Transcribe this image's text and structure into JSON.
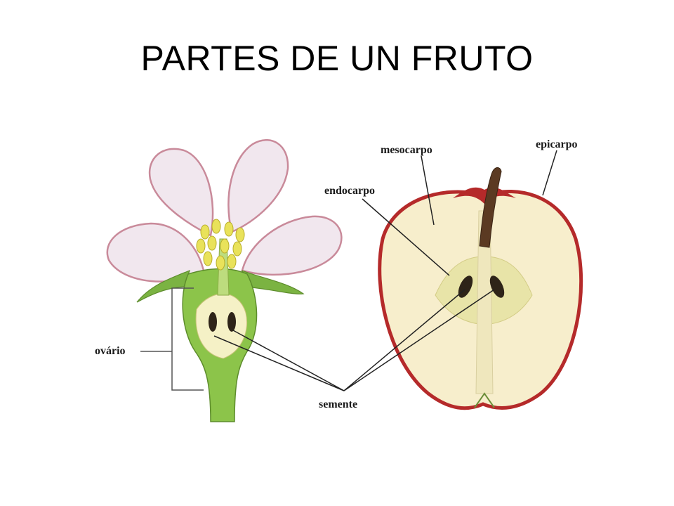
{
  "slide": {
    "title": "PARTES DE UN FRUTO"
  },
  "diagram": {
    "labels": {
      "ovary": "ovário",
      "seed": "semente",
      "mesocarp": "mesocarpo",
      "epicarp": "epicarpo",
      "endocarp": "endocarpo"
    },
    "colors": {
      "petal_fill": "#f1e7ee",
      "petal_edge": "#c98a9a",
      "stamen": "#e9e25a",
      "stem_green": "#8cc44a",
      "ovary_inner": "#f5f1c6",
      "apple_skin": "#b52a2a",
      "apple_flesh": "#f7eecc",
      "seed": "#2e2418"
    }
  }
}
